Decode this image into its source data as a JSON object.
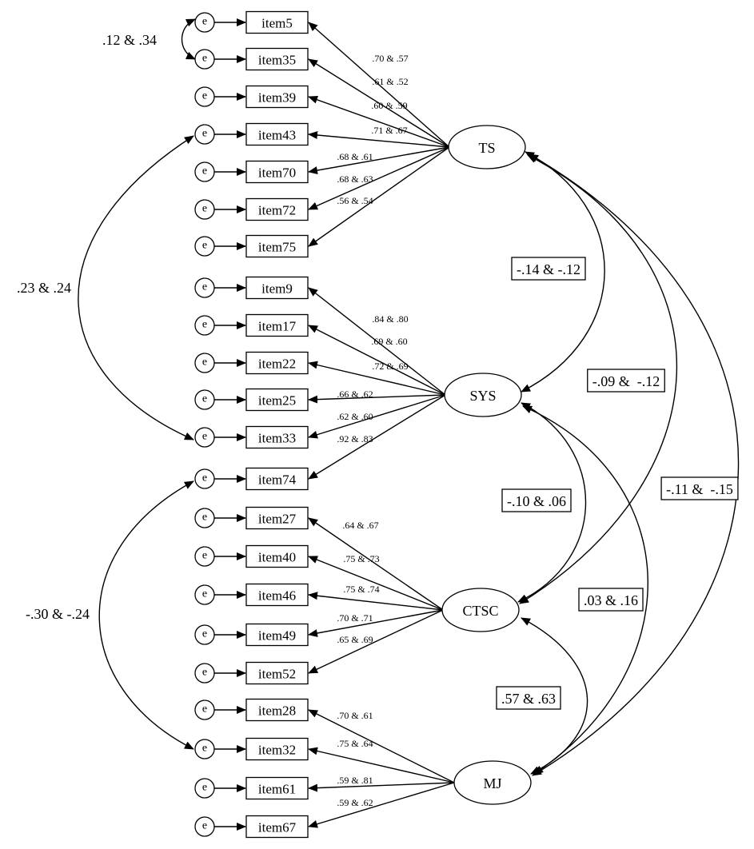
{
  "error_symbol": "e",
  "factors": [
    {
      "id": "TS",
      "label": "TS"
    },
    {
      "id": "SYS",
      "label": "SYS"
    },
    {
      "id": "CTSC",
      "label": "CTSC"
    },
    {
      "id": "MJ",
      "label": "MJ"
    }
  ],
  "items": [
    {
      "label": "item5",
      "factor": "TS",
      "loading": ".70 & .57"
    },
    {
      "label": "item35",
      "factor": "TS",
      "loading": ".61 & .52"
    },
    {
      "label": "item39",
      "factor": "TS",
      "loading": ".60 & .59"
    },
    {
      "label": "item43",
      "factor": "TS",
      "loading": ".71 & .67"
    },
    {
      "label": "item70",
      "factor": "TS",
      "loading": ".68 & .61"
    },
    {
      "label": "item72",
      "factor": "TS",
      "loading": ".68 & .63"
    },
    {
      "label": "item75",
      "factor": "TS",
      "loading": ".56 & .54"
    },
    {
      "label": "item9",
      "factor": "SYS",
      "loading": ".84 & .80"
    },
    {
      "label": "item17",
      "factor": "SYS",
      "loading": ".69 & .60"
    },
    {
      "label": "item22",
      "factor": "SYS",
      "loading": ".72 & .69"
    },
    {
      "label": "item25",
      "factor": "SYS",
      "loading": ".66 & .62"
    },
    {
      "label": "item33",
      "factor": "SYS",
      "loading": ".62 & .60"
    },
    {
      "label": "item74",
      "factor": "SYS",
      "loading": ".92 & .83"
    },
    {
      "label": "item27",
      "factor": "CTSC",
      "loading": ".64 & .67"
    },
    {
      "label": "item40",
      "factor": "CTSC",
      "loading": ".75 & .73"
    },
    {
      "label": "item46",
      "factor": "CTSC",
      "loading": ".75 & .74"
    },
    {
      "label": "item49",
      "factor": "CTSC",
      "loading": ".70 & .71"
    },
    {
      "label": "item52",
      "factor": "CTSC",
      "loading": ".65 & .69"
    },
    {
      "label": "item28",
      "factor": "MJ",
      "loading": ".70 & .61"
    },
    {
      "label": "item32",
      "factor": "MJ",
      "loading": ".75 & .64"
    },
    {
      "label": "item61",
      "factor": "MJ",
      "loading": ".59 & .81"
    },
    {
      "label": "item67",
      "factor": "MJ",
      "loading": ".59 & .62"
    }
  ],
  "error_covariances": [
    {
      "between": [
        "item5",
        "item35"
      ],
      "label": ".12 & .34"
    },
    {
      "between": [
        "item43",
        "item33"
      ],
      "label": ".23 & .24"
    },
    {
      "between": [
        "item74",
        "item32"
      ],
      "label": "-.30 & -.24"
    }
  ],
  "factor_correlations": [
    {
      "between": [
        "TS",
        "SYS"
      ],
      "label": "-.14 & -.12"
    },
    {
      "between": [
        "TS",
        "CTSC"
      ],
      "label": "-.09 &  -.12"
    },
    {
      "between": [
        "TS",
        "MJ"
      ],
      "label": "-.11 &  -.15"
    },
    {
      "between": [
        "SYS",
        "CTSC"
      ],
      "label": "-.10 & .06"
    },
    {
      "between": [
        "SYS",
        "MJ"
      ],
      "label": ".03 & .16"
    },
    {
      "between": [
        "CTSC",
        "MJ"
      ],
      "label": ".57 & .63"
    }
  ]
}
